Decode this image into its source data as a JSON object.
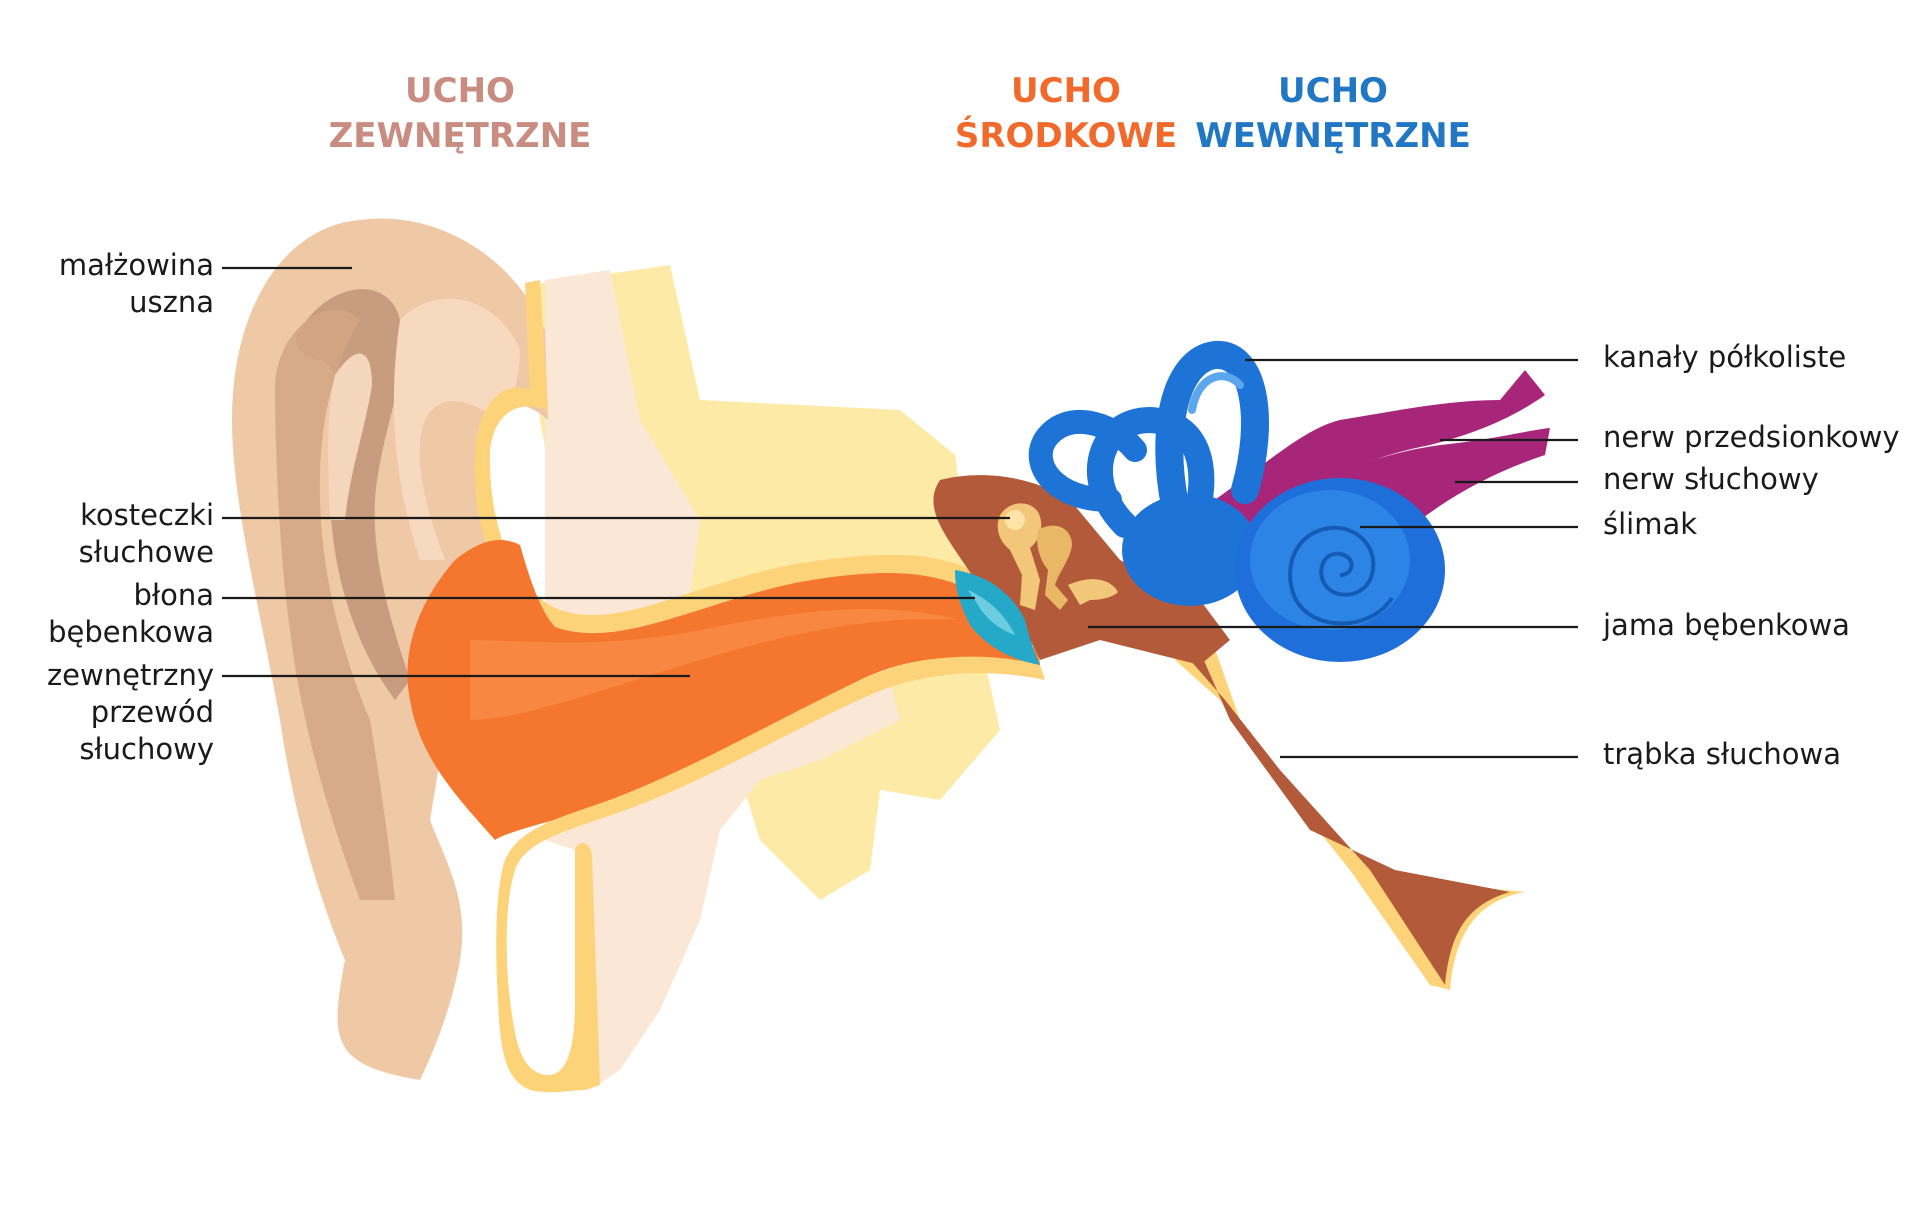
{
  "sections": {
    "outer": {
      "line1": "UCHO",
      "line2": "ZEWNĘTRZNE",
      "color": "#c98c80"
    },
    "middle": {
      "line1": "UCHO",
      "line2": "ŚRODKOWE",
      "color": "#f26a2b"
    },
    "inner": {
      "line1": "UCHO",
      "line2": "WEWNĘTRZNE",
      "color": "#2277c4"
    }
  },
  "labels": {
    "malzowina": {
      "line1": "małżowina",
      "line2": "uszna"
    },
    "kosteczki": {
      "line1": "kosteczki",
      "line2": "słuchowe"
    },
    "blona": {
      "line1": "błona",
      "line2": "bębenkowa"
    },
    "przewod": {
      "line1": "zewnętrzny",
      "line2": "przewód",
      "line3": "słuchowy"
    },
    "kanaly": "kanały półkoliste",
    "nerw_przedsionkowy": "nerw przedsionkowy",
    "nerw_sluchowy": "nerw słuchowy",
    "slimak": "ślimak",
    "jama": "jama bębenkowa",
    "trabka": "trąbka słuchowa"
  },
  "colors": {
    "skin": "#efc9a6",
    "skin_light": "#fbe7d6",
    "skin_dark": "#d4a682",
    "bone_yellow": "#fdeaa6",
    "outline_yellow": "#fdd37a",
    "canal_orange": "#f5772f",
    "cavity_brown": "#b35a3a",
    "inner_blue": "#1e73d6",
    "nerve_purple": "#a8267a",
    "drum_teal": "#25a9c9"
  }
}
